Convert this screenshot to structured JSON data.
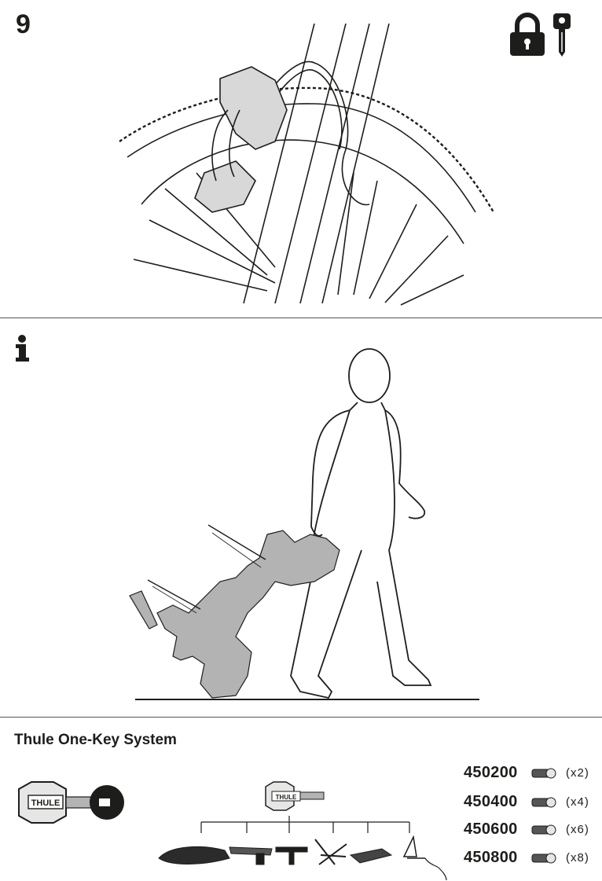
{
  "step": {
    "number": "9"
  },
  "section": {
    "title": "Thule One-Key System"
  },
  "key_brand": "THULE",
  "lock_cylinders": [
    {
      "code": "450200",
      "qty": "(x2)"
    },
    {
      "code": "450400",
      "qty": "(x4)"
    },
    {
      "code": "450600",
      "qty": "(x6)"
    },
    {
      "code": "450800",
      "qty": "(x8)"
    }
  ],
  "colors": {
    "ink": "#1d1d1b",
    "product_fill": "#b3b3b3",
    "line": "#555555"
  },
  "icons": [
    "padlock-icon",
    "key-icon",
    "info-icon"
  ]
}
